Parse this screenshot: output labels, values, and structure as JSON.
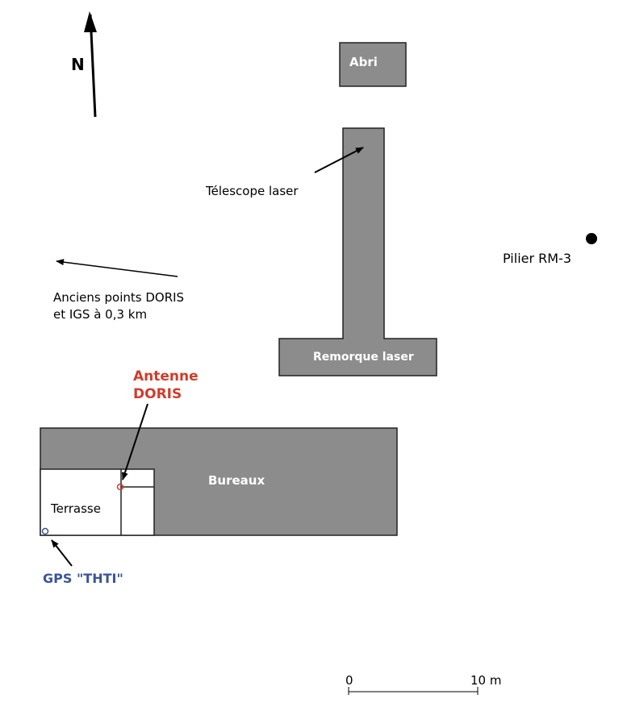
{
  "north": {
    "label": "N"
  },
  "buildings": {
    "abri": "Abri",
    "remorque": "Remorque laser",
    "bureaux": "Bureaux",
    "terrasse": "Terrasse"
  },
  "labels": {
    "telescope": "Télescope laser",
    "pilier": "Pilier RM-3",
    "anciens_line1": "Anciens points DORIS",
    "anciens_line2": "et IGS à 0,3 km",
    "antenne_line1": "Antenne",
    "antenne_line2": "DORIS",
    "gps": "GPS \"THTI\""
  },
  "scale": {
    "start": "0",
    "end": "10 m"
  },
  "colors": {
    "building_fill": "#8c8c8c",
    "antenne": "#d23b2b",
    "gps": "#3a5597"
  }
}
